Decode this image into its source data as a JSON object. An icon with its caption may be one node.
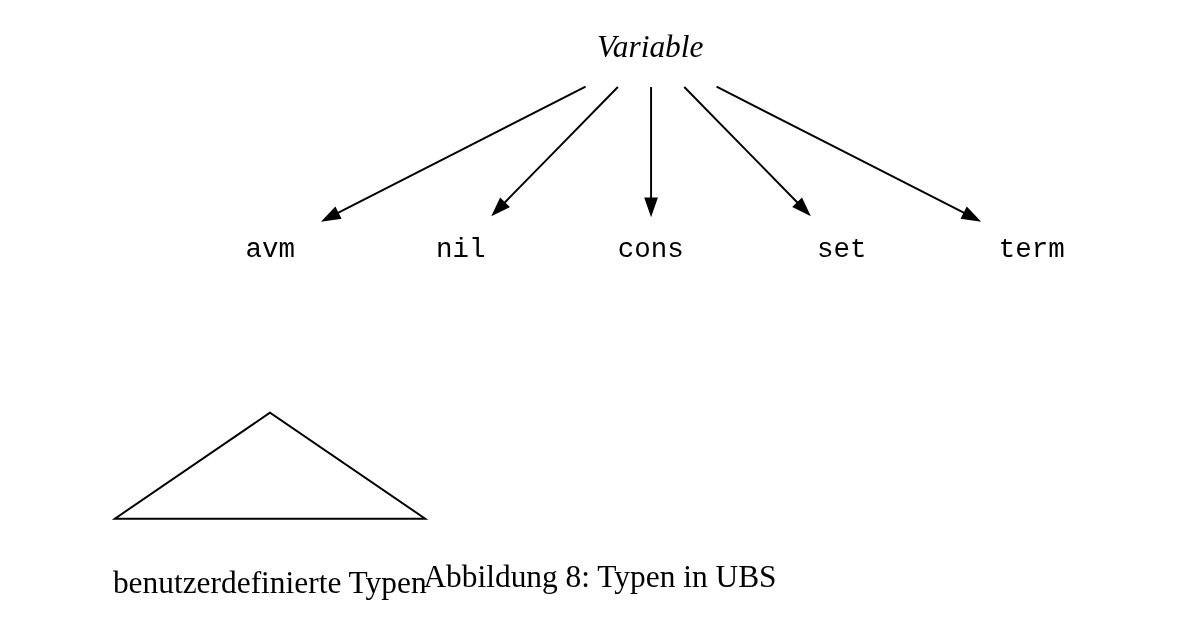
{
  "diagram": {
    "caption": "Abbildung 8: Typen in UBS",
    "nodes": [
      {
        "text": [
          "Variable"
        ]
      },
      {
        "text": [
          "avm"
        ]
      },
      {
        "text": [
          "nil"
        ]
      },
      {
        "text": [
          "cons"
        ]
      },
      {
        "text": [
          "set"
        ]
      },
      {
        "text": [
          "term"
        ]
      },
      {
        "text": [
          "benutzerdefinierte Typen"
        ]
      }
    ],
    "edges": [
      {
        "from": 0,
        "to": 1,
        "arrow": "to"
      },
      {
        "from": 0,
        "to": 2,
        "arrow": "to"
      },
      {
        "from": 0,
        "to": 3,
        "arrow": "to"
      },
      {
        "from": 0,
        "to": 4,
        "arrow": "to"
      },
      {
        "from": 0,
        "to": 5,
        "arrow": "to"
      }
    ]
  }
}
